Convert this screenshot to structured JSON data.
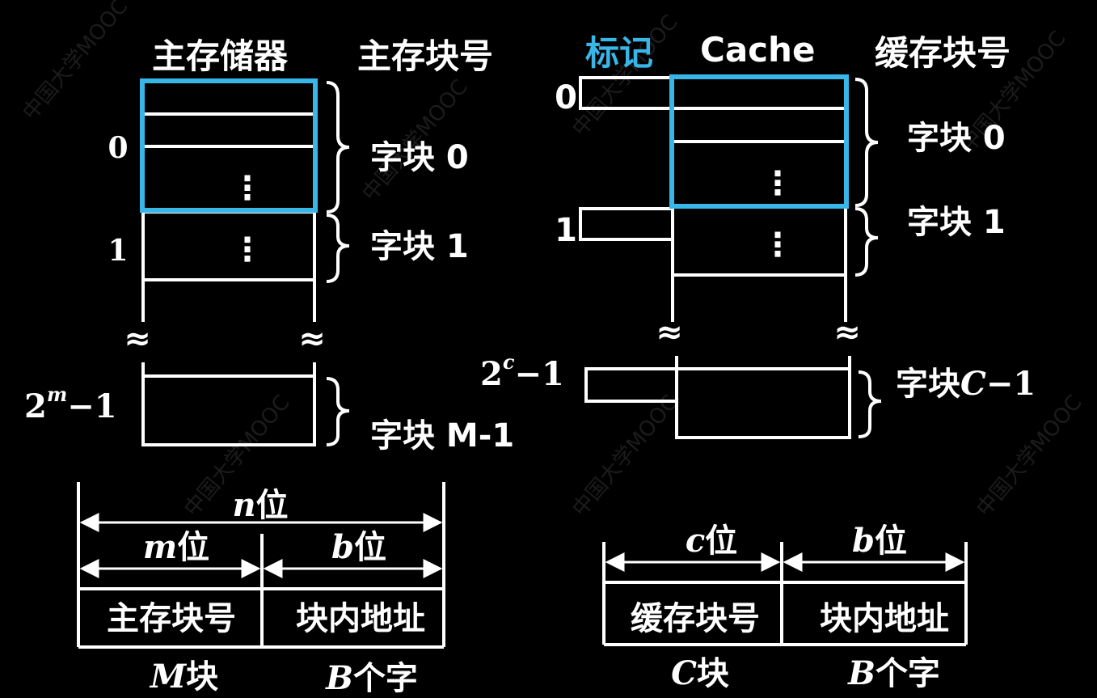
{
  "colors": {
    "background": "#000000",
    "foreground": "#ffffff",
    "accent": "#38b6e8"
  },
  "watermark": "中国大学MOOC",
  "main_memory": {
    "title": "主存储器",
    "block_number_header": "主存块号",
    "index_0": "0",
    "index_1": "1",
    "index_last_base": "2",
    "index_last_exp": "m",
    "index_last_tail": "−1",
    "block_0_label": "字块 0",
    "block_1_label": "字块 1",
    "block_last_label": "字块 M-1",
    "break_symbol": "≈",
    "ellipsis": "⋮"
  },
  "cache": {
    "tag_header": "标记",
    "title": "Cache",
    "block_number_header": "缓存块号",
    "index_0": "0",
    "index_1": "1",
    "index_last_base": "2",
    "index_last_exp": "c",
    "index_last_tail": "−1",
    "block_0_label": "字块 0",
    "block_1_label": "字块 1",
    "block_last_label_prefix": "字块",
    "block_last_label_var": "C",
    "block_last_label_suffix": "−1",
    "break_symbol": "≈",
    "ellipsis": "⋮"
  },
  "main_address": {
    "total_var": "n",
    "total_unit": "位",
    "field1_var": "m",
    "field1_unit": "位",
    "field2_var": "b",
    "field2_unit": "位",
    "field1_label": "主存块号",
    "field2_label": "块内地址",
    "caption1_var": "M",
    "caption1_text": "块",
    "caption2_var": "B",
    "caption2_text": "个字"
  },
  "cache_address": {
    "field1_var": "c",
    "field1_unit": "位",
    "field2_var": "b",
    "field2_unit": "位",
    "field1_label": "缓存块号",
    "field2_label": "块内地址",
    "caption1_var": "C",
    "caption1_text": "块",
    "caption2_var": "B",
    "caption2_text": "个字"
  }
}
